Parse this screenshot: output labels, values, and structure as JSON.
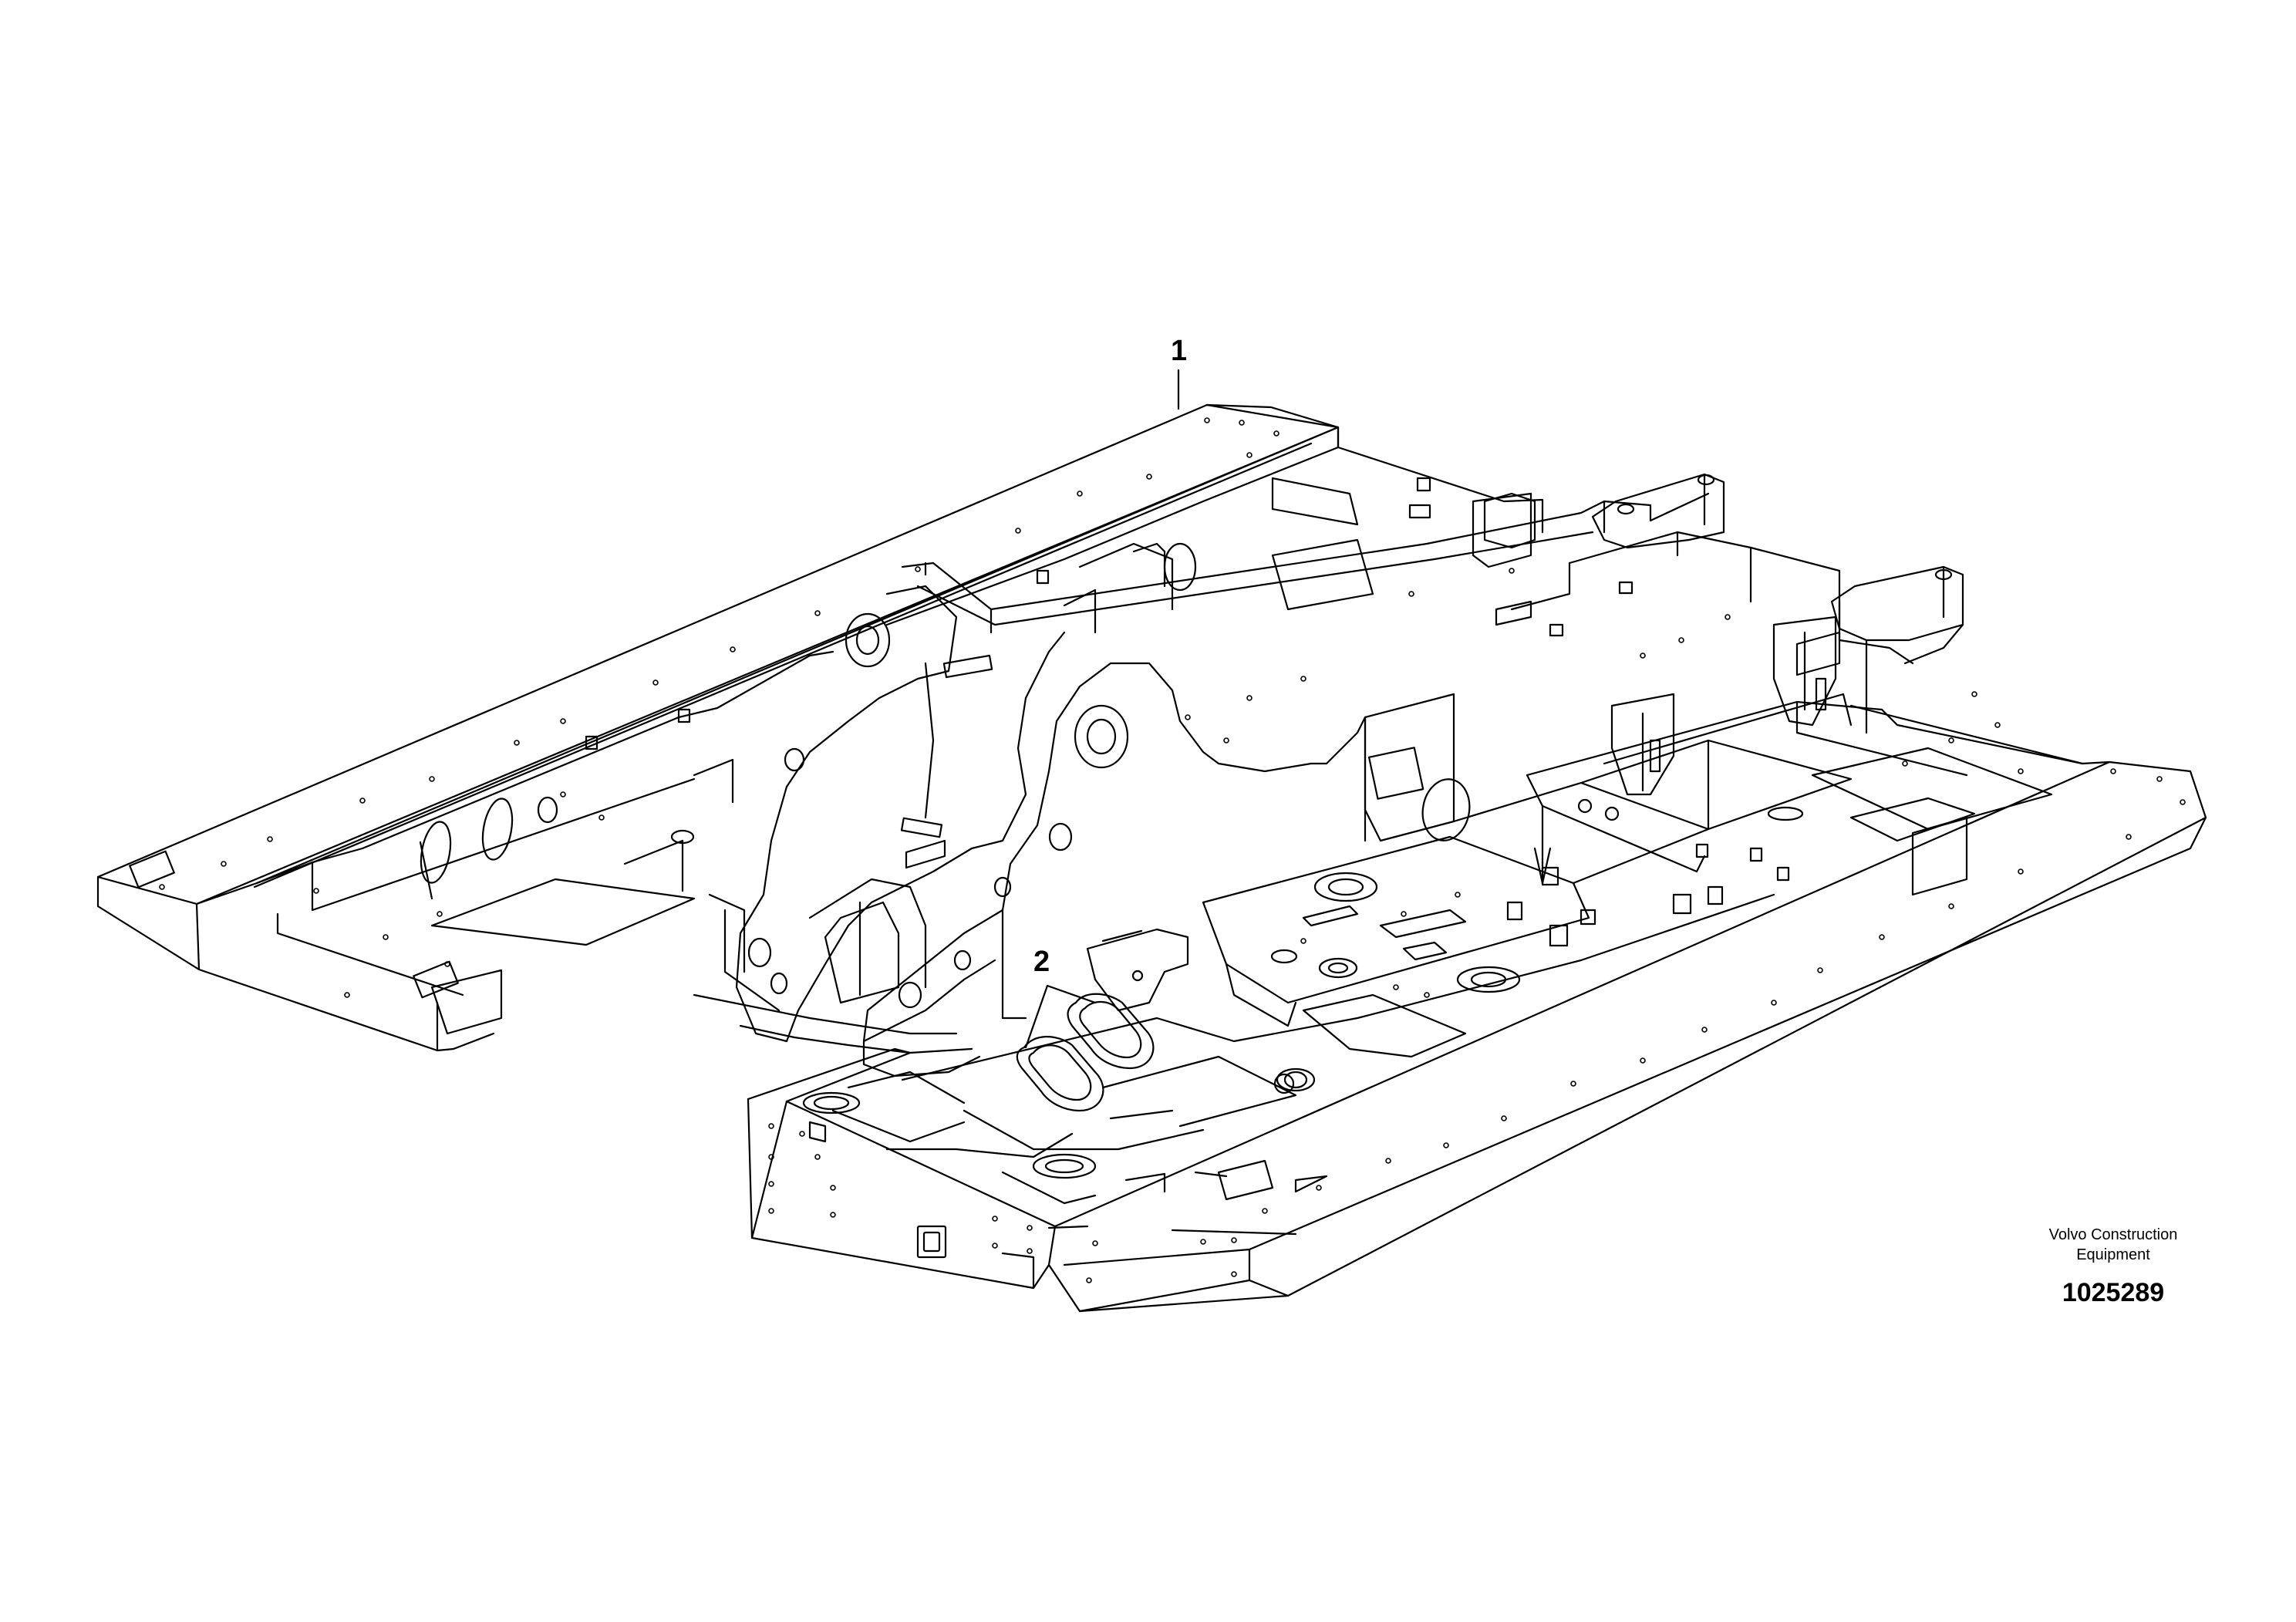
{
  "callouts": {
    "part_1": "1",
    "part_2": "2"
  },
  "publisher": {
    "line1": "Volvo Construction",
    "line2": "Equipment",
    "illustration_number": "1025289"
  },
  "colors": {
    "line": "#000000",
    "background": "#ffffff"
  }
}
